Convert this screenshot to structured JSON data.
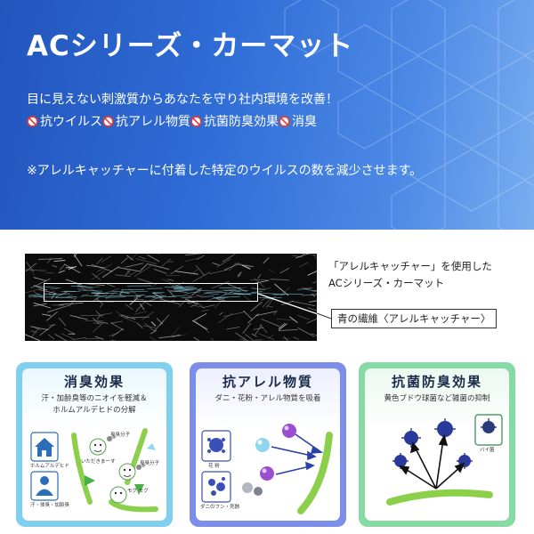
{
  "banner": {
    "title": "ACシリーズ・カーマット",
    "lead": "目に見えない刺激質からあなたを守り社内環境を改善！",
    "features": [
      "抗ウイルス",
      "抗アレル物質",
      "抗菌防臭効果",
      "消臭"
    ],
    "note": "※アレルキャッチャーに付着した特定のウイルスの数を減少させます。",
    "colors": {
      "gradient_start": "#2355bd",
      "gradient_end": "#7aaef0",
      "text": "#ffffff",
      "prohibit_icon": "#e03c3c"
    }
  },
  "photo": {
    "usage_line1": "「アレルキャッチャー」を使用した",
    "usage_line2": "ACシリーズ・カーマット",
    "fiber_label": "青の繊維〈アレルキャッチャー〉"
  },
  "cards": [
    {
      "title": "消臭効果",
      "desc_line1": "汗・加齢臭等のニオイを軽減＆",
      "desc_line2": "ホルムアルデヒドの分解",
      "labels": {
        "house": "ホルムアルデヒド",
        "person": "汗・体臭・加齢臭",
        "molecule1": "臭臭分子",
        "molecule2": "臭臭分子",
        "speech": "いただきまーす",
        "munch": "モグ モグ"
      },
      "accent": "#7fd0ee"
    },
    {
      "title": "抗アレル物質",
      "desc_line1": "ダニ・花粉・アレル物質を吸着",
      "labels": {
        "pollen": "花 粉",
        "dust": "ダニのフン・死骸"
      },
      "accent": "#7d8ee8"
    },
    {
      "title": "抗菌防臭効果",
      "desc_line1": "黄色ブドウ球菌など雑菌の抑制",
      "labels": {
        "bacteria": "バイ菌"
      },
      "accent": "#86dba4"
    }
  ]
}
